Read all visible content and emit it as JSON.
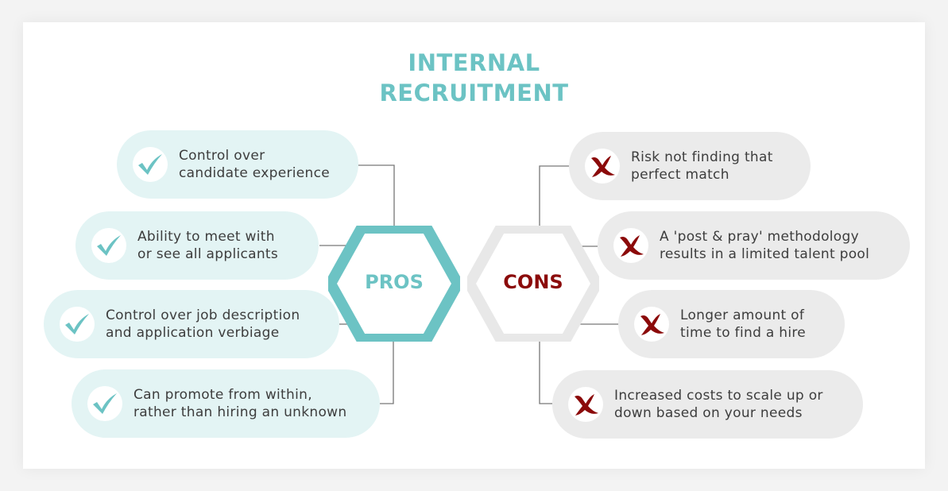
{
  "title": {
    "line1": "INTERNAL",
    "line2": "RECRUITMENT"
  },
  "colors": {
    "pros_accent": "#6cc3c4",
    "pros_pill": "#e3f4f4",
    "cons_accent": "#8b0a0a",
    "cons_pill": "#ebebeb",
    "cons_hex": "#e8e8e8",
    "connector": "#777777"
  },
  "pros": {
    "label": "PROS",
    "icon": "checkmark-icon",
    "items": [
      {
        "text": "Control over\ncandidate experience"
      },
      {
        "text": "Ability to meet with\nor see all applicants"
      },
      {
        "text": "Control over job description\nand application verbiage"
      },
      {
        "text": "Can promote from within,\nrather than hiring an unknown"
      }
    ]
  },
  "cons": {
    "label": "CONS",
    "icon": "x-mark-icon",
    "items": [
      {
        "text": "Risk not finding that\nperfect match"
      },
      {
        "text": "A 'post & pray' methodology\nresults in a limited talent pool"
      },
      {
        "text": "Longer amount of\ntime to find a hire"
      },
      {
        "text": "Increased costs to scale up or\ndown based on your needs"
      }
    ]
  }
}
